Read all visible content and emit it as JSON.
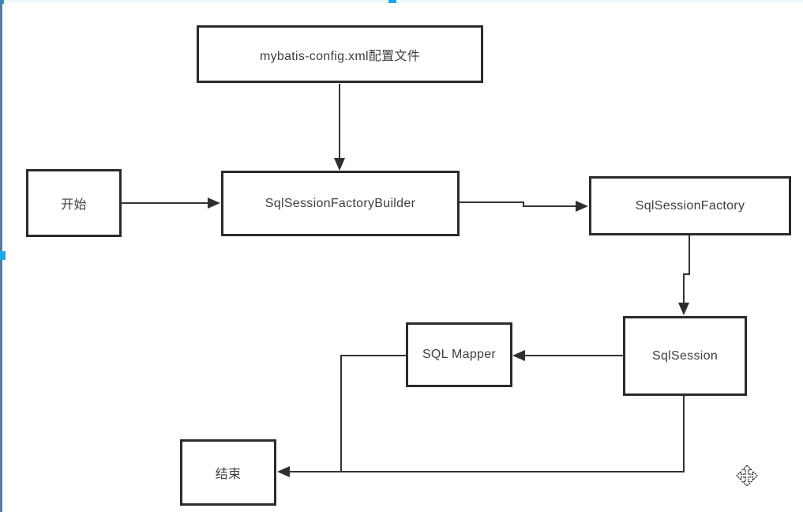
{
  "diagram": {
    "nodes": {
      "config": {
        "label": "mybatis-config.xml配置文件"
      },
      "start": {
        "label": "开始"
      },
      "builder": {
        "label": "SqlSessionFactoryBuilder"
      },
      "factory": {
        "label": "SqlSessionFactory"
      },
      "session": {
        "label": "SqlSession"
      },
      "mapper": {
        "label": "SQL Mapper"
      },
      "end": {
        "label": "结束"
      }
    },
    "connectors": [
      {
        "from": "config",
        "to": "builder",
        "arrow": true
      },
      {
        "from": "start",
        "to": "builder",
        "arrow": true
      },
      {
        "from": "builder",
        "to": "factory",
        "arrow": true
      },
      {
        "from": "factory",
        "to": "session",
        "arrow": true
      },
      {
        "from": "session",
        "to": "mapper",
        "arrow": true
      },
      {
        "from": "mapper",
        "to": "end",
        "arrow": false
      },
      {
        "from": "session",
        "to": "end",
        "arrow": true
      }
    ],
    "colors": {
      "box_border": "#2b2b2b",
      "node_text": "#3e3e3e",
      "connector": "#333333",
      "left_rail": "#4d7fa8",
      "accent_blue": "#1da6e8",
      "top_strip": "#eef9fb",
      "background": "#ffffff"
    }
  },
  "icons": {
    "move_cursor": "move-cursor"
  }
}
